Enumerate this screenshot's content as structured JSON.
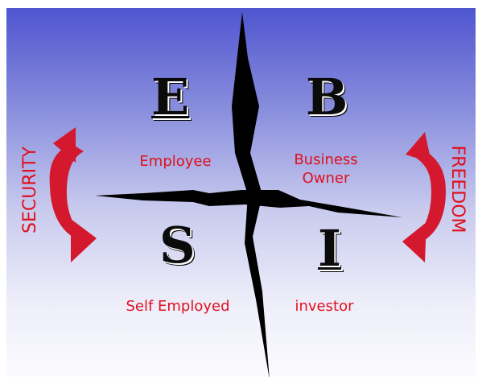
{
  "diagram": {
    "quadrants": [
      {
        "letter": "E",
        "label": "Employee"
      },
      {
        "letter": "B",
        "label": "Business Owner"
      },
      {
        "letter": "S",
        "label": "Self Employed"
      },
      {
        "letter": "I",
        "label": "investor"
      }
    ],
    "left_label": "SECURITY",
    "right_label": "FREEDOM",
    "colors": {
      "text_accent": "#e0101e",
      "arrow": "#d4182d",
      "cross": "#000000",
      "background_top": "#4f55cf",
      "background_bottom": "#fbfbfe"
    },
    "icons": [
      "curved-arrow-icon",
      "compass-cross-icon"
    ]
  }
}
